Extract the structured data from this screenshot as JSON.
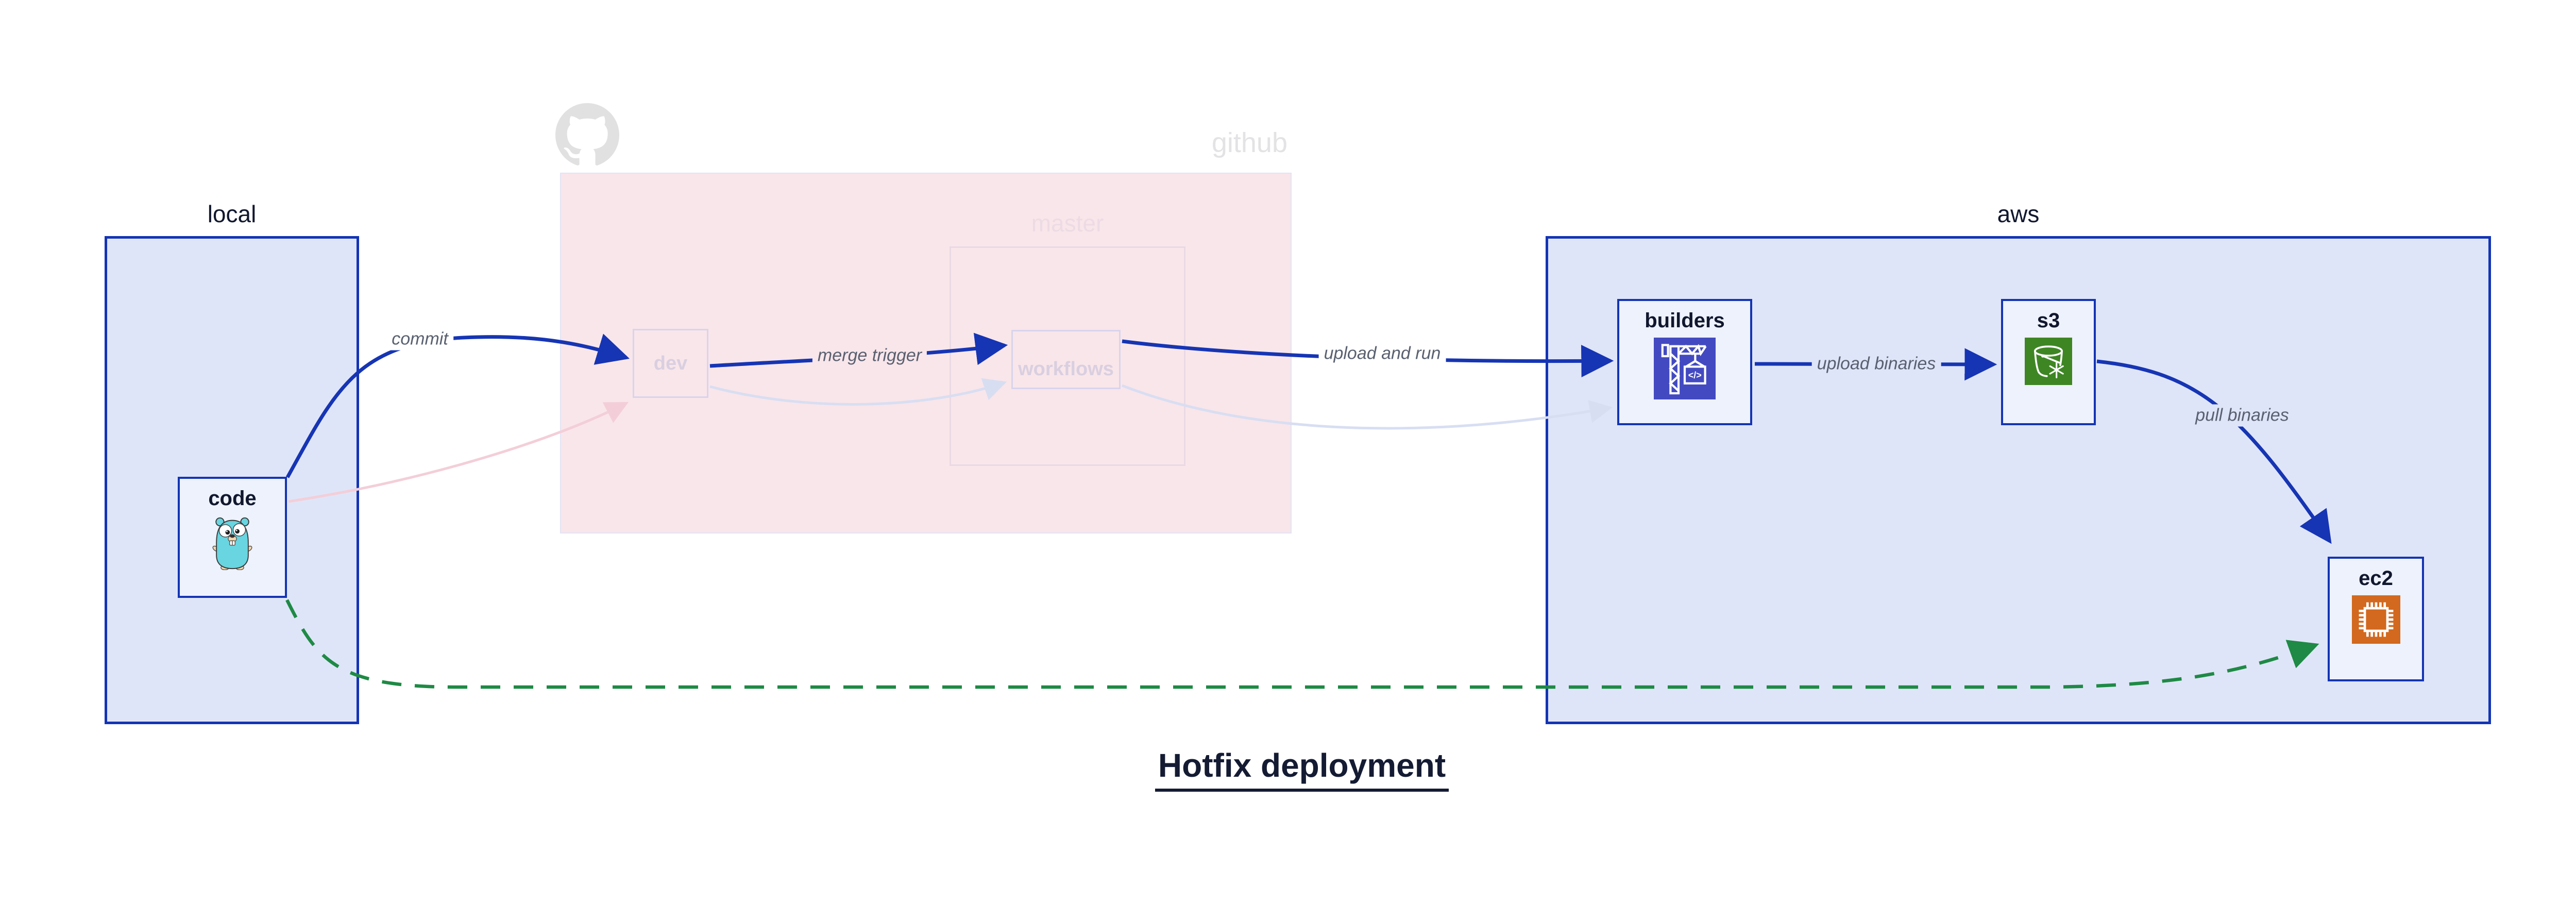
{
  "diagram": {
    "title": "Hotfix deployment",
    "groups": {
      "local": {
        "label": "local"
      },
      "github": {
        "label": "github",
        "master": {
          "label": "master"
        }
      },
      "aws": {
        "label": "aws"
      }
    },
    "nodes": {
      "code": {
        "label": "code",
        "icon": "go-gopher-icon"
      },
      "dev": {
        "label": "dev"
      },
      "workflows": {
        "label": "workflows"
      },
      "builders": {
        "label": "builders",
        "icon": "codebuild-crane-icon",
        "icon_text": "</>",
        "icon_color": "#434ac1"
      },
      "s3": {
        "label": "s3",
        "icon": "s3-glacier-bucket-icon",
        "icon_color": "#3e8624"
      },
      "ec2": {
        "label": "ec2",
        "icon": "ec2-chip-icon",
        "icon_color": "#d2691e"
      }
    },
    "edges": [
      {
        "id": "commit",
        "label": "commit",
        "from": "code",
        "to": "dev",
        "style": "solid-blue"
      },
      {
        "id": "merge-trigger",
        "label": "merge trigger",
        "from": "dev",
        "to": "workflows",
        "style": "solid-blue"
      },
      {
        "id": "upload-and-run",
        "label": "upload and run",
        "from": "workflows",
        "to": "builders",
        "style": "solid-blue"
      },
      {
        "id": "upload-binaries",
        "label": "upload binaries",
        "from": "builders",
        "to": "s3",
        "style": "solid-blue"
      },
      {
        "id": "pull-binaries",
        "label": "pull binaries",
        "from": "s3",
        "to": "ec2",
        "style": "solid-blue"
      },
      {
        "id": "code-dev-faded",
        "label": "",
        "from": "code",
        "to": "dev",
        "style": "faded-pink"
      },
      {
        "id": "dev-workflows-faded",
        "label": "",
        "from": "dev",
        "to": "workflows",
        "style": "faded-lavender"
      },
      {
        "id": "workflows-builders-faded",
        "label": "",
        "from": "workflows",
        "to": "builders",
        "style": "faded-lavender"
      },
      {
        "id": "hotfix-path",
        "label": "",
        "from": "code",
        "to": "ec2",
        "style": "dashed-green"
      }
    ],
    "colors": {
      "accent_blue": "#1635b4",
      "box_fill_blue": "#dfe5f8",
      "node_fill": "#eef2fc",
      "github_pink_fill": "#f9e6ea",
      "faded_pink_edge": "#f3ced8",
      "faded_lavender_edge": "#d8def2",
      "hotfix_green": "#1e8a45",
      "codebuild_indigo": "#434ac1",
      "s3_green": "#3e8624",
      "ec2_orange": "#d2691e",
      "gopher_teal": "#68d5e0",
      "faded_gray": "#e1e1e1"
    }
  }
}
